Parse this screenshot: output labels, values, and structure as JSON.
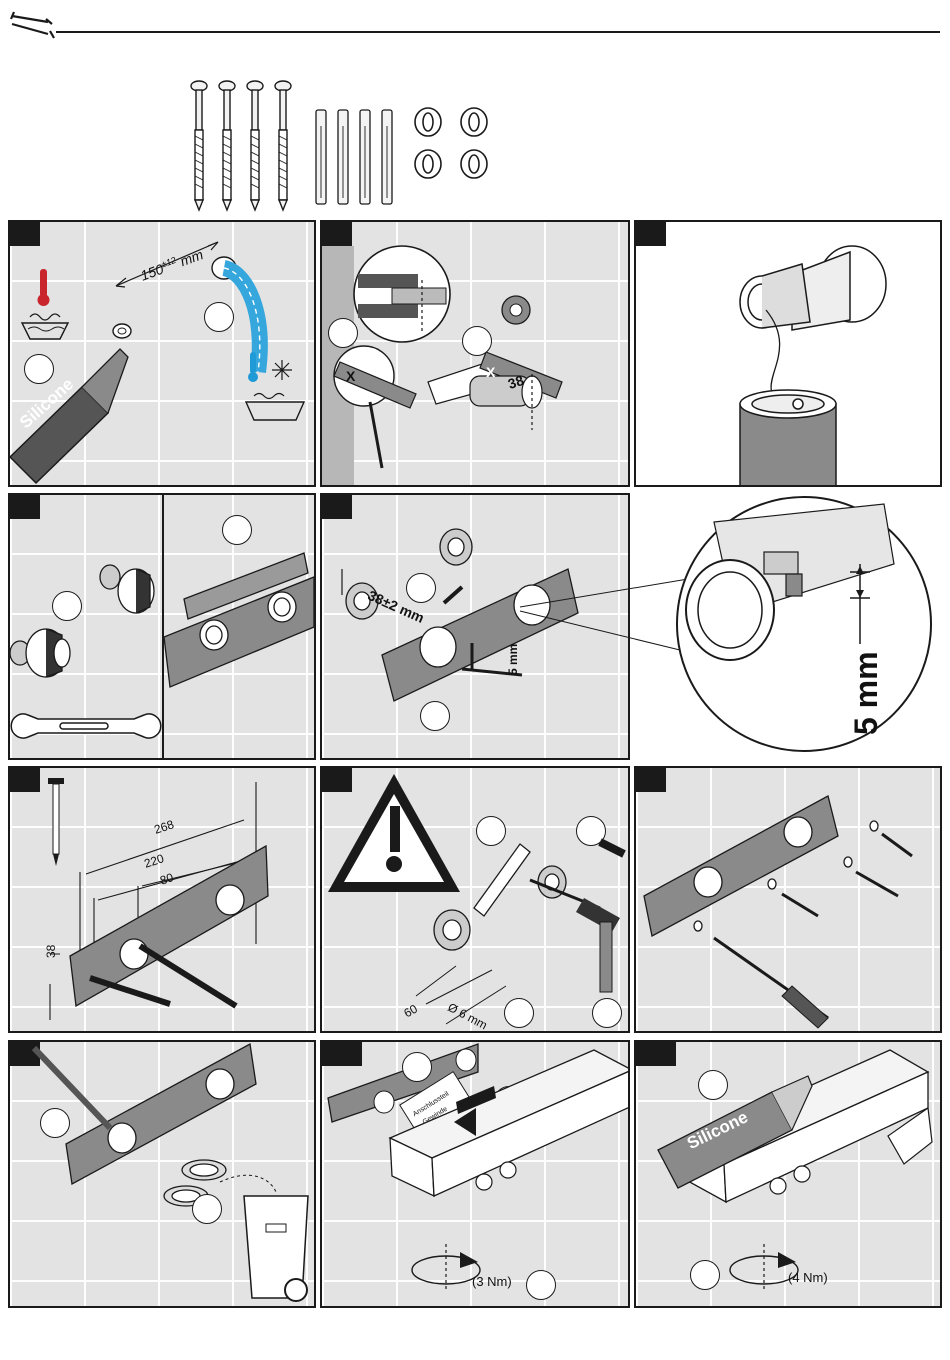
{
  "header": {
    "tool_icon": "wrench-icon"
  },
  "step1": {
    "distance_label": "150",
    "tolerance": "±12",
    "unit": "mm",
    "tube_label": "Silicone"
  },
  "step2": {
    "mark_x": "X",
    "dim_38": "38"
  },
  "step5": {
    "adjust_label": "38±2 mm",
    "gap_label": "5 mm",
    "zoom_gap_label": "5 mm"
  },
  "step6": {
    "dim_268": "268",
    "dim_220": "220",
    "dim_80": "80",
    "dim_38": "38"
  },
  "step7": {
    "depth_60": "60",
    "drill_label": "Ø 6 mm"
  },
  "step11": {
    "paper_line1": "Anschlussteil",
    "paper_line2": "Gewinde",
    "torque": "(3 Nm)"
  },
  "step12": {
    "tube_label": "Silicone",
    "torque": "(4 Nm)"
  },
  "colors": {
    "hot": "#c8262c",
    "cold": "#1e9ad6",
    "pipe_blue": "#35a7dd",
    "tile": "#e3e3e3",
    "ink": "#1a1a1a"
  }
}
